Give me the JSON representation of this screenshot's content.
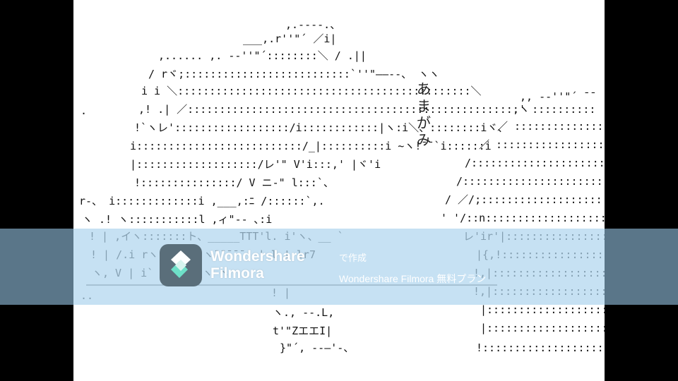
{
  "caption": {
    "vertical_text": [
      "あ",
      "ま",
      "が",
      "み"
    ]
  },
  "watermark": {
    "brand_line1": "Wondershare",
    "brand_line2": "Filmora",
    "made_with": "で作成",
    "subtitle": "Wondershare Filmora 無料プラン",
    "logo_icon": "filmora-diamond-logo-icon"
  },
  "colors": {
    "letterbox": "#000000",
    "page": "#ffffff",
    "band": "#b0d6ee",
    "logo": "#5a6e7a",
    "logo_accent": "#6ee0c8"
  }
}
